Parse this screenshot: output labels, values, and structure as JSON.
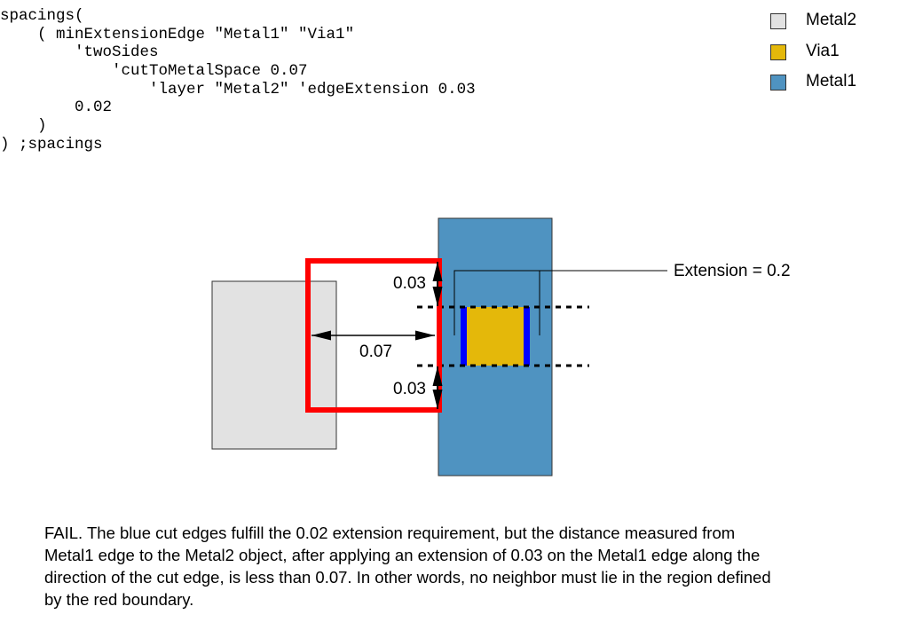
{
  "code_lines": [
    "spacings(",
    "    ( minExtensionEdge \"Metal1\" \"Via1\"",
    "        'twoSides",
    "            'cutToMetalSpace 0.07",
    "                'layer \"Metal2\" 'edgeExtension 0.03",
    "        0.02",
    "    )",
    ") ;spacings"
  ],
  "legend": [
    {
      "label": "Metal2",
      "color": "#e2e2e2"
    },
    {
      "label": "Via1",
      "color": "#e4b80a"
    },
    {
      "label": "Metal1",
      "color": "#4f93c1"
    }
  ],
  "annotations": {
    "extension": "Extension = 0.2",
    "top_extension": "0.03",
    "space": "0.07",
    "bottom_extension": "0.03"
  },
  "colors": {
    "metal2": "#e2e2e2",
    "via1": "#e4b80a",
    "metal1": "#4f93c1",
    "red_boundary": "#ff0000",
    "cut_edge": "#0000ff"
  },
  "caption_lines": [
    "FAIL. The blue cut edges fulfill the 0.02 extension requirement, but the distance measured from",
    "Metal1 edge to the Metal2 object, after applying an extension of 0.03 on the Metal1 edge along the",
    "direction of the cut edge, is less than 0.07. In other words, no neighbor must lie in the region defined",
    "by the red boundary."
  ]
}
